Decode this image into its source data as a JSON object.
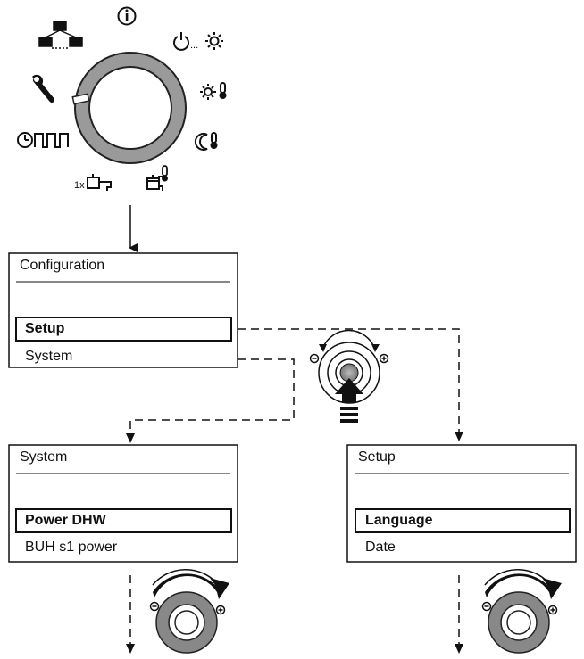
{
  "dial": {
    "positions": [
      {
        "id": "info",
        "icon": "info-icon"
      },
      {
        "id": "network",
        "icon": "network-icon"
      },
      {
        "id": "standby-sun",
        "icon": "standby-sun-icon"
      },
      {
        "id": "sun-thermo",
        "icon": "sun-thermometer-icon"
      },
      {
        "id": "moon-thermo",
        "icon": "moon-thermometer-icon"
      },
      {
        "id": "tap-thermo",
        "icon": "tap-thermometer-icon"
      },
      {
        "id": "tap-once",
        "icon": "tap-once-icon",
        "label": "1x"
      },
      {
        "id": "timer-program",
        "icon": "clock-program-icon"
      },
      {
        "id": "wrench",
        "icon": "wrench-icon"
      }
    ]
  },
  "config_box": {
    "title": "Configuration",
    "items": [
      "Setup",
      "System"
    ],
    "selected": 0
  },
  "system_box": {
    "title": "System",
    "items": [
      "Power DHW",
      "BUH s1 power"
    ],
    "selected": 0
  },
  "setup_box": {
    "title": "Setup",
    "items": [
      "Language",
      "Date"
    ],
    "selected": 0
  },
  "knob_push": {
    "icon": "push-knob-icon"
  },
  "knob_rotate": {
    "icon": "rotate-knob-icon"
  }
}
